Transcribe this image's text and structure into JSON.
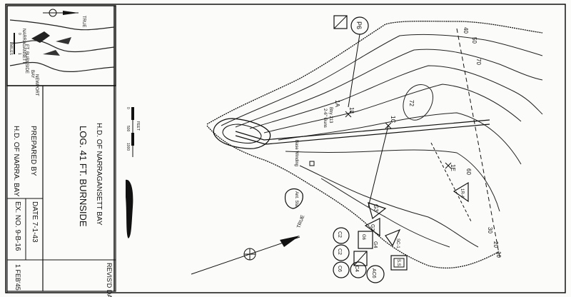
{
  "title_block": {
    "office": "H.D. OF NARRAGANSETT BAY",
    "log_title": "LOG. 41 FT. BURNSIDE",
    "prepared_by_label": "PREPARED BY",
    "prepared_by": "H.D. OF NARRA. BAY",
    "date_label": "DATE 7-1-43",
    "ex_no": "EX. NO. 9-B-16",
    "revised_label": "REVIS'D DATE",
    "revised_date": "1 FEB'45"
  },
  "inset_map": {
    "labels": [
      "NARRAGANSETT",
      "FT. BURNSIDE",
      "BAY",
      "NEWPORT",
      "MILES"
    ],
    "scale_ticks": [
      "0",
      "1"
    ]
  },
  "scale_bar": {
    "ticks": [
      "0",
      "500",
      "1000"
    ],
    "unit": "FEET"
  },
  "true_north_label": "TRUE",
  "map_features": {
    "stations": [
      "P6",
      "18",
      "1A",
      "1C",
      "1E",
      "1R-4",
      "G3",
      "G2",
      "G4",
      "G6",
      "C2",
      "C4",
      "C6",
      "AC6",
      "S.S.",
      "SC-1"
    ],
    "notes": [
      "Btry 213",
      "2-6\" Guns",
      "Base Winding",
      "Ant. Sta."
    ],
    "contours": [
      "10",
      "20",
      "30",
      "40",
      "50",
      "60",
      "70",
      "72"
    ]
  },
  "colors": {
    "ink": "#111111",
    "paper": "#fbfbf9"
  }
}
